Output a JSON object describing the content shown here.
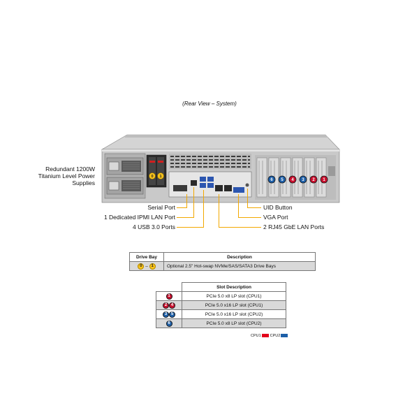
{
  "caption": "(Rear View – System)",
  "labels": {
    "psu": "Redundant 1200W Titanium Level Power Supplies",
    "serial": "Serial Port",
    "ipmi": "1 Dedicated IPMI LAN Port",
    "usb": "4 USB 3.0 Ports",
    "uid": "UID Button",
    "vga": "VGA Port",
    "lan": "2 RJ45 GbE LAN Ports"
  },
  "drive_table": {
    "headers": [
      "Drive Bay",
      "Description"
    ],
    "rows": [
      {
        "bay_from": "0",
        "sep": "–",
        "bay_to": "1",
        "description": "Optional 2.5\" Hot-swap NVMe/SAS/SATA3 Drive Bays"
      }
    ]
  },
  "slot_table": {
    "header": "Slot Description",
    "rows": [
      {
        "badges": [
          "1"
        ],
        "colors": [
          "red"
        ],
        "description": "PCIe 5.0 x8 LP slot (CPU1)"
      },
      {
        "badges": [
          "2",
          "4"
        ],
        "colors": [
          "red",
          "red"
        ],
        "description": "PCIe 5.0 x16 LP slot (CPU1)"
      },
      {
        "badges": [
          "3",
          "5"
        ],
        "colors": [
          "blue",
          "blue"
        ],
        "description": "PCIe 5.0 x16 LP slot (CPU2)"
      },
      {
        "badges": [
          "6"
        ],
        "colors": [
          "blue"
        ],
        "description": "PCIe 5.0 x8 LP slot (CPU2)"
      }
    ]
  },
  "legend": {
    "cpu1": "CPU1",
    "cpu2": "CPU2",
    "cpu1_color": "#e3001b",
    "cpu2_color": "#1d5fa8"
  },
  "slot_badges": [
    {
      "num": "6",
      "color": "blue"
    },
    {
      "num": "5",
      "color": "blue"
    },
    {
      "num": "4",
      "color": "red"
    },
    {
      "num": "3",
      "color": "blue"
    },
    {
      "num": "2",
      "color": "red"
    },
    {
      "num": "1",
      "color": "red"
    }
  ],
  "bay_badges": [
    "0",
    "1"
  ]
}
